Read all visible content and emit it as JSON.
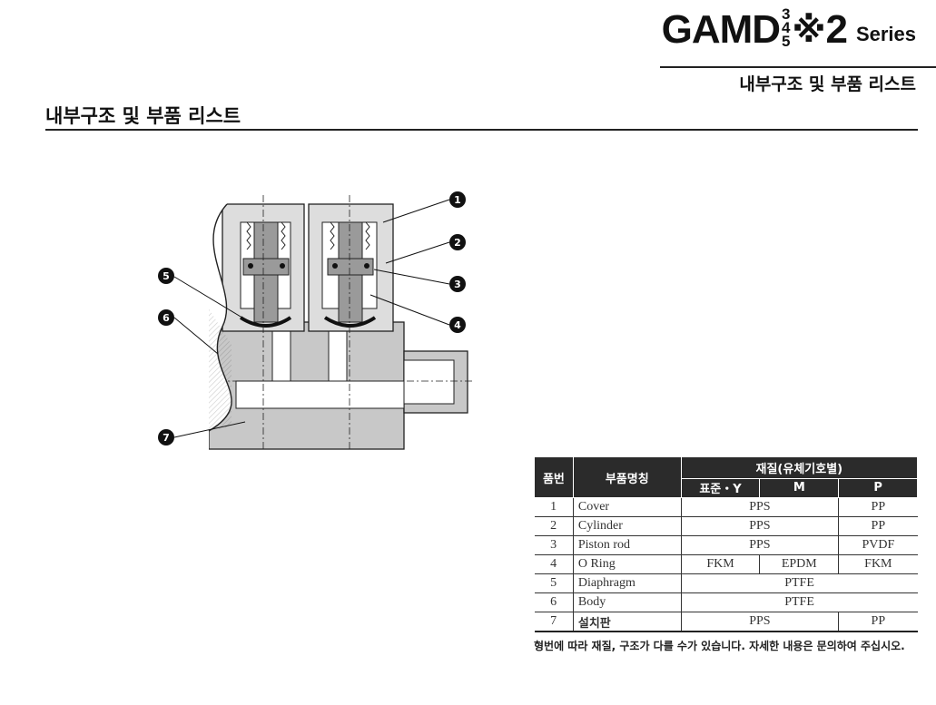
{
  "header": {
    "model": "GAMD",
    "stack": [
      "3",
      "4",
      "5"
    ],
    "cross": "※",
    "suffix": "2",
    "series": "Series",
    "subtitle": "내부구조 및 부품 리스트"
  },
  "section": {
    "title": "내부구조 및 부품 리스트"
  },
  "callouts": [
    "1",
    "2",
    "3",
    "4",
    "5",
    "6",
    "7"
  ],
  "table": {
    "headers": {
      "no": "품번",
      "name": "부품명칭",
      "material": "재질(유체기호별)",
      "std": "표준・Y",
      "m": "M",
      "p": "P"
    },
    "rows": [
      {
        "no": "1",
        "name": "Cover",
        "std_m": "PPS",
        "p": "PP"
      },
      {
        "no": "2",
        "name": "Cylinder",
        "std_m": "PPS",
        "p": "PP"
      },
      {
        "no": "3",
        "name": "Piston rod",
        "std_m": "PPS",
        "p": "PVDF"
      },
      {
        "no": "4",
        "name": "O Ring",
        "std": "FKM",
        "m": "EPDM",
        "p": "FKM"
      },
      {
        "no": "5",
        "name": "Diaphragm",
        "all": "PTFE"
      },
      {
        "no": "6",
        "name": "Body",
        "all": "PTFE"
      },
      {
        "no": "7",
        "name": "설치판",
        "std_m": "PPS",
        "p": "PP"
      }
    ]
  },
  "note": "형번에 따라 재질, 구조가 다를 수가 있습니다. 자세한 내용은 문의하여 주십시오."
}
